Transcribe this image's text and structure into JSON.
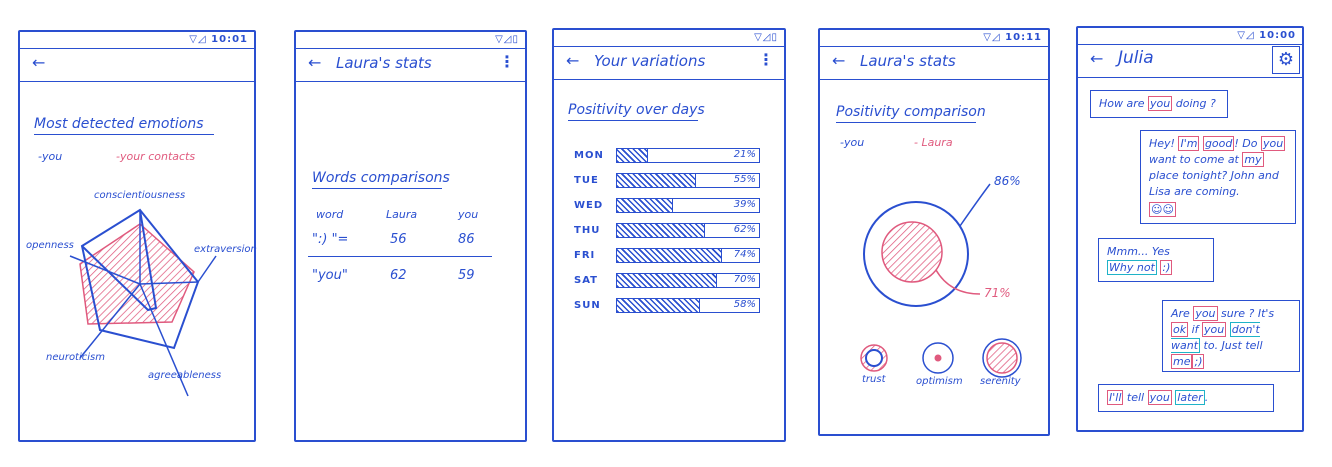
{
  "screens": {
    "emotions": {
      "status": "10:01",
      "title": "Most detected emotions",
      "legend_you": "-you",
      "legend_contacts": "-your contacts",
      "axes": [
        "conscientiousness",
        "extraversion",
        "agreeableness",
        "neuroticism",
        "openness"
      ]
    },
    "words": {
      "header": "Laura's stats",
      "title": "Words comparisons",
      "col_word": "word",
      "col_laura": "Laura",
      "col_you": "you",
      "rows": [
        {
          "word": "\":) \"=",
          "laura": "56",
          "you": "86"
        },
        {
          "word": "\"you\"",
          "laura": "62",
          "you": "59"
        }
      ]
    },
    "variations": {
      "header": "Your variations",
      "title": "Positivity over days",
      "days": [
        {
          "day": "MON",
          "pct": "21%",
          "value": 21
        },
        {
          "day": "TUE",
          "pct": "55%",
          "value": 55
        },
        {
          "day": "WED",
          "pct": "39%",
          "value": 39
        },
        {
          "day": "THU",
          "pct": "62%",
          "value": 62
        },
        {
          "day": "FRI",
          "pct": "74%",
          "value": 74
        },
        {
          "day": "SAT",
          "pct": "70%",
          "value": 70
        },
        {
          "day": "SUN",
          "pct": "58%",
          "value": 58
        }
      ]
    },
    "positivity": {
      "status": "10:11",
      "header": "Laura's stats",
      "title": "Positivity comparison",
      "legend_you": "-you",
      "legend_laura": "- Laura",
      "you_pct": "86%",
      "laura_pct": "71%",
      "traits": [
        "trust",
        "optimism",
        "serenity"
      ]
    },
    "chat": {
      "status": "10:00",
      "header": "Julia",
      "messages": {
        "m1": {
          "a": "How are ",
          "b": "you",
          "c": " doing ?"
        },
        "m2": {
          "a": "Hey! ",
          "b": "I'm",
          "c": " ",
          "d": "good",
          "e": "! Do ",
          "f": "you",
          "g": " want to come at ",
          "h": "my",
          "i": " place tonight? John and Lisa are coming."
        },
        "m3": {
          "a": "Mmm... Yes",
          "b": "Why not",
          "c": ":)"
        },
        "m4": {
          "a": "Are ",
          "b": "you",
          "c": " sure ? It's ",
          "d": "ok",
          "e": " if ",
          "f": "you",
          "g": " ",
          "h": "don't want",
          "i": " to. Just tell ",
          "j": "me",
          "k": ";)"
        },
        "m5": {
          "a": "I'll",
          "b": " tell ",
          "c": "you",
          "d": " ",
          "e": "later",
          "f": "."
        }
      }
    }
  }
}
